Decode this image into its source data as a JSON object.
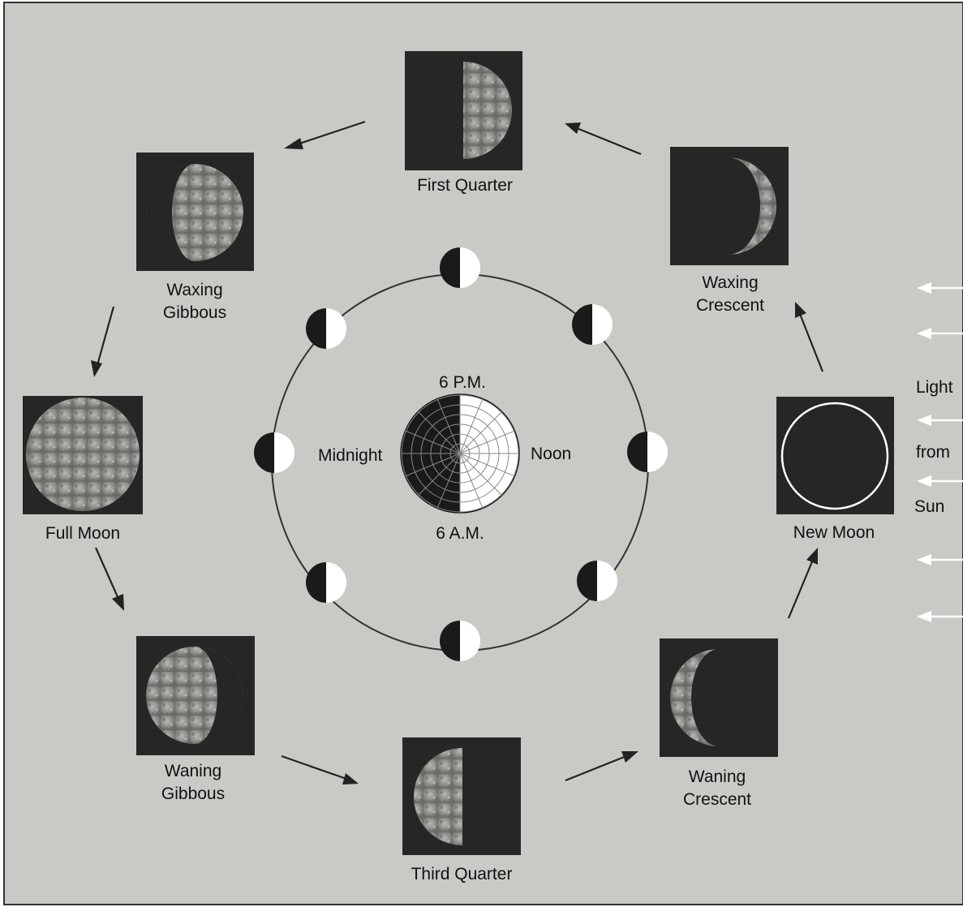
{
  "phases": {
    "first_quarter": "First Quarter",
    "waxing_gibbous_1": "Waxing",
    "waxing_gibbous_2": "Gibbous",
    "full_moon": "Full Moon",
    "waning_gibbous_1": "Waning",
    "waning_gibbous_2": "Gibbous",
    "third_quarter": "Third Quarter",
    "waning_crescent_1": "Waning",
    "waning_crescent_2": "Crescent",
    "new_moon": "New Moon",
    "waxing_crescent_1": "Waxing",
    "waxing_crescent_2": "Crescent"
  },
  "earth": {
    "top": "6 P.M.",
    "bottom": "6 A.M.",
    "left": "Midnight",
    "right": "Noon"
  },
  "sun": {
    "line1": "Light",
    "line2": "from",
    "line3": "Sun"
  },
  "colors": {
    "background": "#c9cac6",
    "photo_background": "#262626",
    "moon_lit": "#ffffff",
    "moon_dark": "#1a1a1a"
  }
}
